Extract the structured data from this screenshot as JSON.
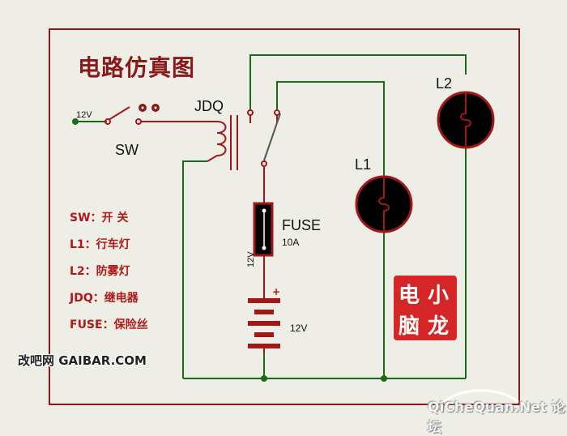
{
  "title": "电路仿真图",
  "labels": {
    "voltage_source": "12V",
    "switch": "SW",
    "relay": "JDQ",
    "fuse": "FUSE",
    "fuse_rating": "10A",
    "wire_voltage": "12V",
    "battery": "12V",
    "lamp1": "L1",
    "lamp2": "L2"
  },
  "legend": [
    {
      "code": "SW",
      "name": "开 关"
    },
    {
      "code": "L1",
      "name": "行车灯"
    },
    {
      "code": "L2",
      "name": "防雾灯"
    },
    {
      "code": "JDQ",
      "name": "继电器"
    },
    {
      "code": "FUSE",
      "name": "保险丝"
    }
  ],
  "seal": {
    "chars": [
      "小",
      "龙",
      "电",
      "脑"
    ]
  },
  "watermarks": {
    "left": "改吧网 GAIBAR.COM",
    "right": "QiCheQuan.Net 论坛"
  },
  "colors": {
    "background": "#efeee6",
    "frame": "#8a1a1a",
    "wire": "#1a6a1a",
    "component": "#a01818",
    "lamp_fill": "#000000",
    "legend_text": "#b01818",
    "seal": "#d42626"
  }
}
